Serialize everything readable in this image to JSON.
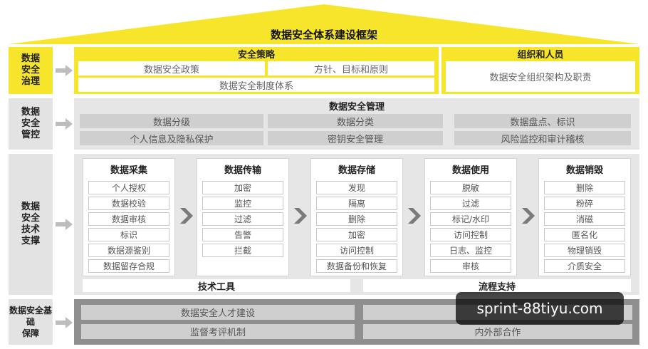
{
  "title": "数据安全体系建设框架",
  "sides": {
    "governance": "数据\n安全\n治理",
    "control": "数据\n安全\n管控",
    "tech": "数据\n安全\n技术\n支撑",
    "foundation": "数据安全基础\n保障"
  },
  "governance": {
    "strategy_title": "安全策略",
    "policy": "数据安全政策",
    "principles": "方针、目标和原则",
    "system": "数据安全制度体系",
    "org_title": "组织和人员",
    "org_item": "数据安全组织架构及职责"
  },
  "control": {
    "title": "数据安全管理",
    "row1": [
      "数据分级",
      "数据分类",
      "数据盘点、标识"
    ],
    "row2": [
      "个人信息及隐私保护",
      "密钥安全管理",
      "风险监控和审计稽核"
    ]
  },
  "tech": {
    "stages": [
      {
        "title": "数据采集",
        "items": [
          "个人授权",
          "数据校验",
          "数据审核",
          "标识",
          "数据源鉴别",
          "数据留存合规"
        ]
      },
      {
        "title": "数据传输",
        "items": [
          "加密",
          "监控",
          "过滤",
          "告警",
          "拦截"
        ]
      },
      {
        "title": "数据存储",
        "items": [
          "发现",
          "隔离",
          "删除",
          "加密",
          "访问控制",
          "数据备份和恢复"
        ]
      },
      {
        "title": "数据使用",
        "items": [
          "脱敏",
          "过滤",
          "标记/水印",
          "访问控制",
          "日志、监控",
          "审核"
        ]
      },
      {
        "title": "数据销毁",
        "items": [
          "删除",
          "粉碎",
          "消磁",
          "匿名化",
          "物理销毁",
          "介质安全"
        ]
      }
    ],
    "tools": "技术工具",
    "process": "流程支持"
  },
  "foundation": {
    "items": [
      "数据安全人才建设",
      "",
      "监督考评机制",
      "内外部合作"
    ]
  },
  "watermark": "sprint-88tiyu.com",
  "colors": {
    "accent": "#f6e52a",
    "gray": "#e6e6e6",
    "box_gray": "#cfcfcf"
  }
}
